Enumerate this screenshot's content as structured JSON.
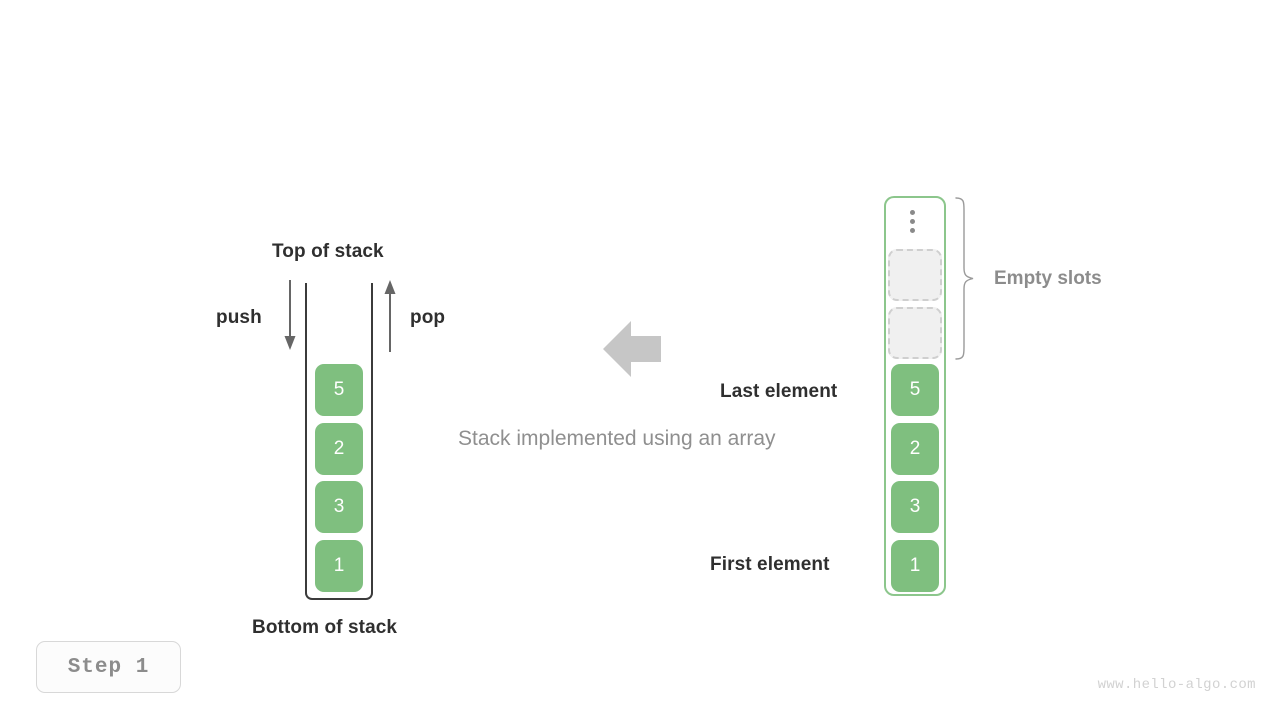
{
  "diagram": {
    "caption": "Stack implemented using an array",
    "watermark": "www.hello-algo.com",
    "step_badge": "Step  1",
    "colors": {
      "element_fill": "#7FBF7F",
      "element_text": "#ffffff",
      "array_border": "#8CC68C",
      "empty_slot_fill": "#f0f0f0",
      "empty_slot_border": "#cfcfcf",
      "stack_wall": "#3b3b3b",
      "label_dark": "#2f2f2f",
      "label_gray": "#8c8c8c",
      "big_arrow": "#c6c6c6"
    }
  },
  "stack": {
    "top_label": "Top of stack",
    "bottom_label": "Bottom of stack",
    "push_label": "push",
    "pop_label": "pop",
    "elements": [
      {
        "value": "5"
      },
      {
        "value": "2"
      },
      {
        "value": "3"
      },
      {
        "value": "1"
      }
    ]
  },
  "array": {
    "ellipsis_icon": "vertical-ellipsis-icon",
    "empty_slots_label": "Empty slots",
    "last_element_label": "Last element",
    "first_element_label": "First element",
    "empty_slot_count": 2,
    "elements": [
      {
        "value": "5"
      },
      {
        "value": "2"
      },
      {
        "value": "3"
      },
      {
        "value": "1"
      }
    ]
  }
}
